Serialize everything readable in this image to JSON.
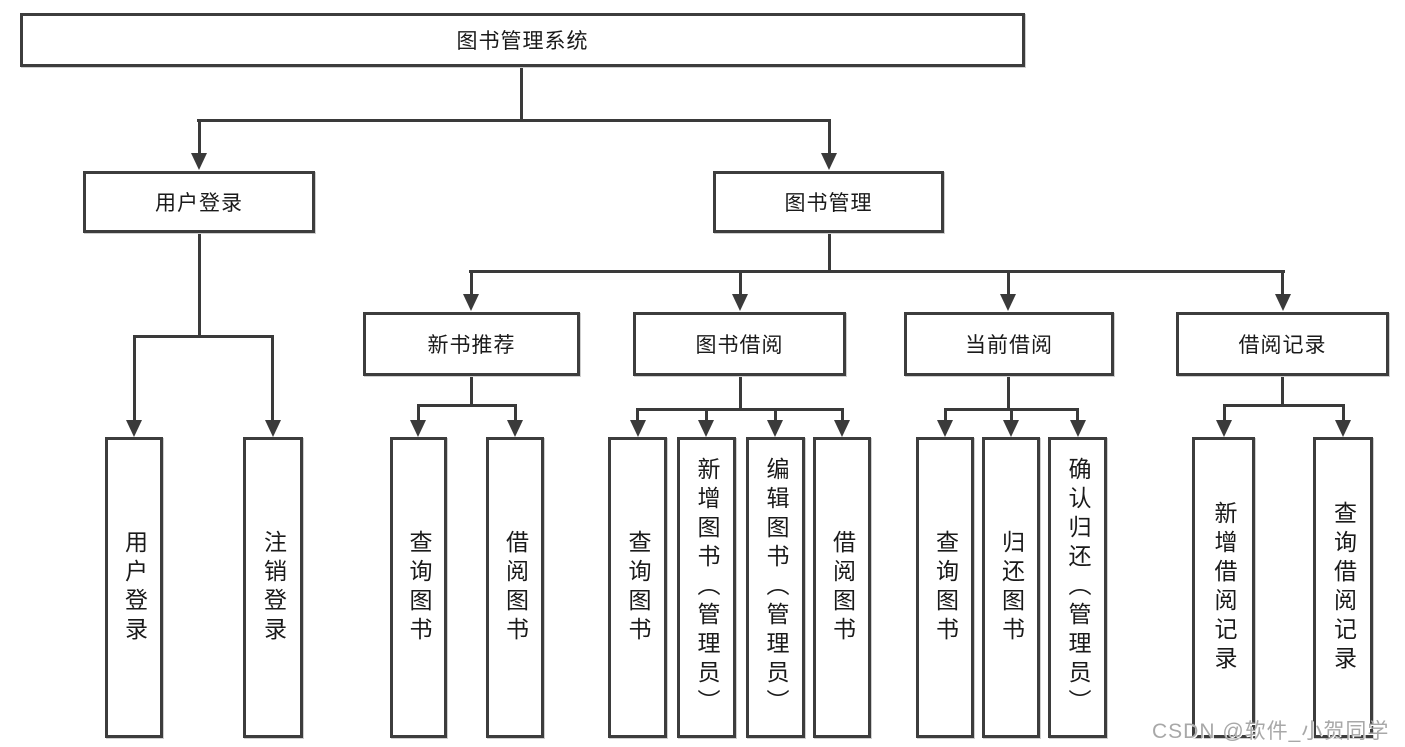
{
  "tree": {
    "label": "图书管理系统",
    "children": [
      {
        "label": "用户登录",
        "children": [
          {
            "label": "用户登录"
          },
          {
            "label": "注销登录"
          }
        ]
      },
      {
        "label": "图书管理",
        "children": [
          {
            "label": "新书推荐",
            "children": [
              {
                "label": "查询图书"
              },
              {
                "label": "借阅图书"
              }
            ]
          },
          {
            "label": "图书借阅",
            "children": [
              {
                "label": "查询图书"
              },
              {
                "label": "新增图书（管理员）"
              },
              {
                "label": "编辑图书（管理员）"
              },
              {
                "label": "借阅图书"
              }
            ]
          },
          {
            "label": "当前借阅",
            "children": [
              {
                "label": "查询图书"
              },
              {
                "label": "归还图书"
              },
              {
                "label": "确认归还（管理员）"
              }
            ]
          },
          {
            "label": "借阅记录",
            "children": [
              {
                "label": "新增借阅记录"
              },
              {
                "label": "查询借阅记录"
              }
            ]
          }
        ]
      }
    ]
  },
  "watermark": {
    "text": "CSDN @软件_小贺同学"
  },
  "colors": {
    "line": "#3a3a3a",
    "box_border": "#3d3d3d",
    "text": "#1a1a1a",
    "watermark": "#a8a8a8",
    "background": "#ffffff"
  }
}
